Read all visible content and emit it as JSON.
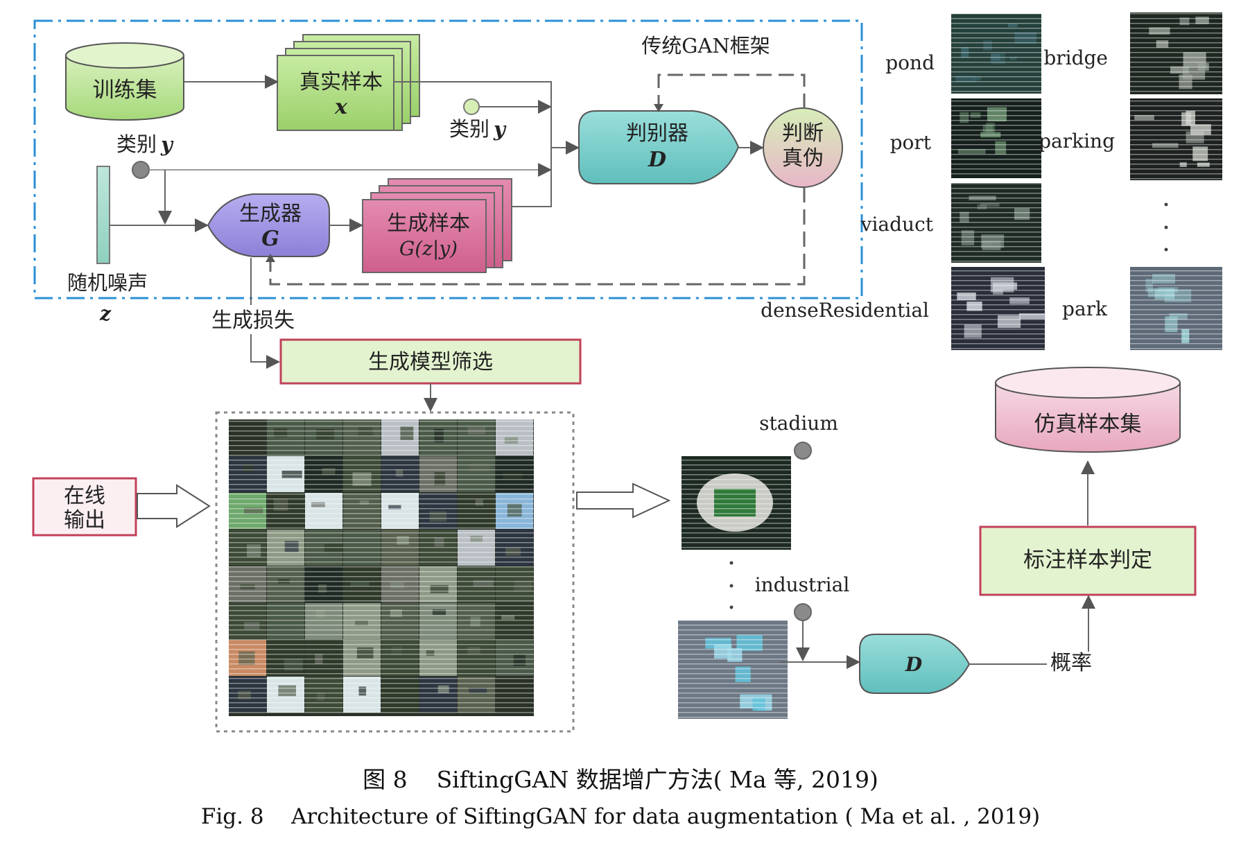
{
  "framework_label": "传统GAN框架",
  "nodes": {
    "training_set": "训练集",
    "real_samples": "真实样本",
    "real_samples_var": "x",
    "class_label": "类别",
    "class_label_var": "y",
    "random_noise": "随机噪声",
    "noise_var": "z",
    "generator": "生成器",
    "generator_var": "G",
    "generated_samples": "生成样本",
    "generated_samples_var": "G(z|y)",
    "discriminator": "判别器",
    "discriminator_var": "D",
    "judge_line1": "判断",
    "judge_line2": "真伪",
    "generation_loss": "生成损失",
    "model_sifting": "生成模型筛选",
    "online_output_line1": "在线",
    "online_output_line2": "输出",
    "discriminator_d": "D",
    "probability": "概率",
    "label_decision": "标注样本判定",
    "simulated_set": "仿真样本集"
  },
  "scene_classes": {
    "pond": "pond",
    "bridge": "bridge",
    "port": "port",
    "parking": "parking",
    "viaduct": "viaduct",
    "dense_residential": "denseResidential",
    "park": "park",
    "stadium": "stadium",
    "industrial": "industrial"
  },
  "caption": {
    "cn": "图 8    SiftingGAN 数据增广方法( Ma 等, 2019)",
    "en": "Fig. 8    Architecture of SiftingGAN for data augmentation ( Ma et al. , 2019)"
  },
  "colors": {
    "frame": "#2a8fd6",
    "green_fill": "#a8da78",
    "pink_fill": "#d86a95",
    "purple_fill": "#9a8fe0",
    "cyan_fill": "#6fc9c6",
    "box_border": "#c2405a"
  }
}
